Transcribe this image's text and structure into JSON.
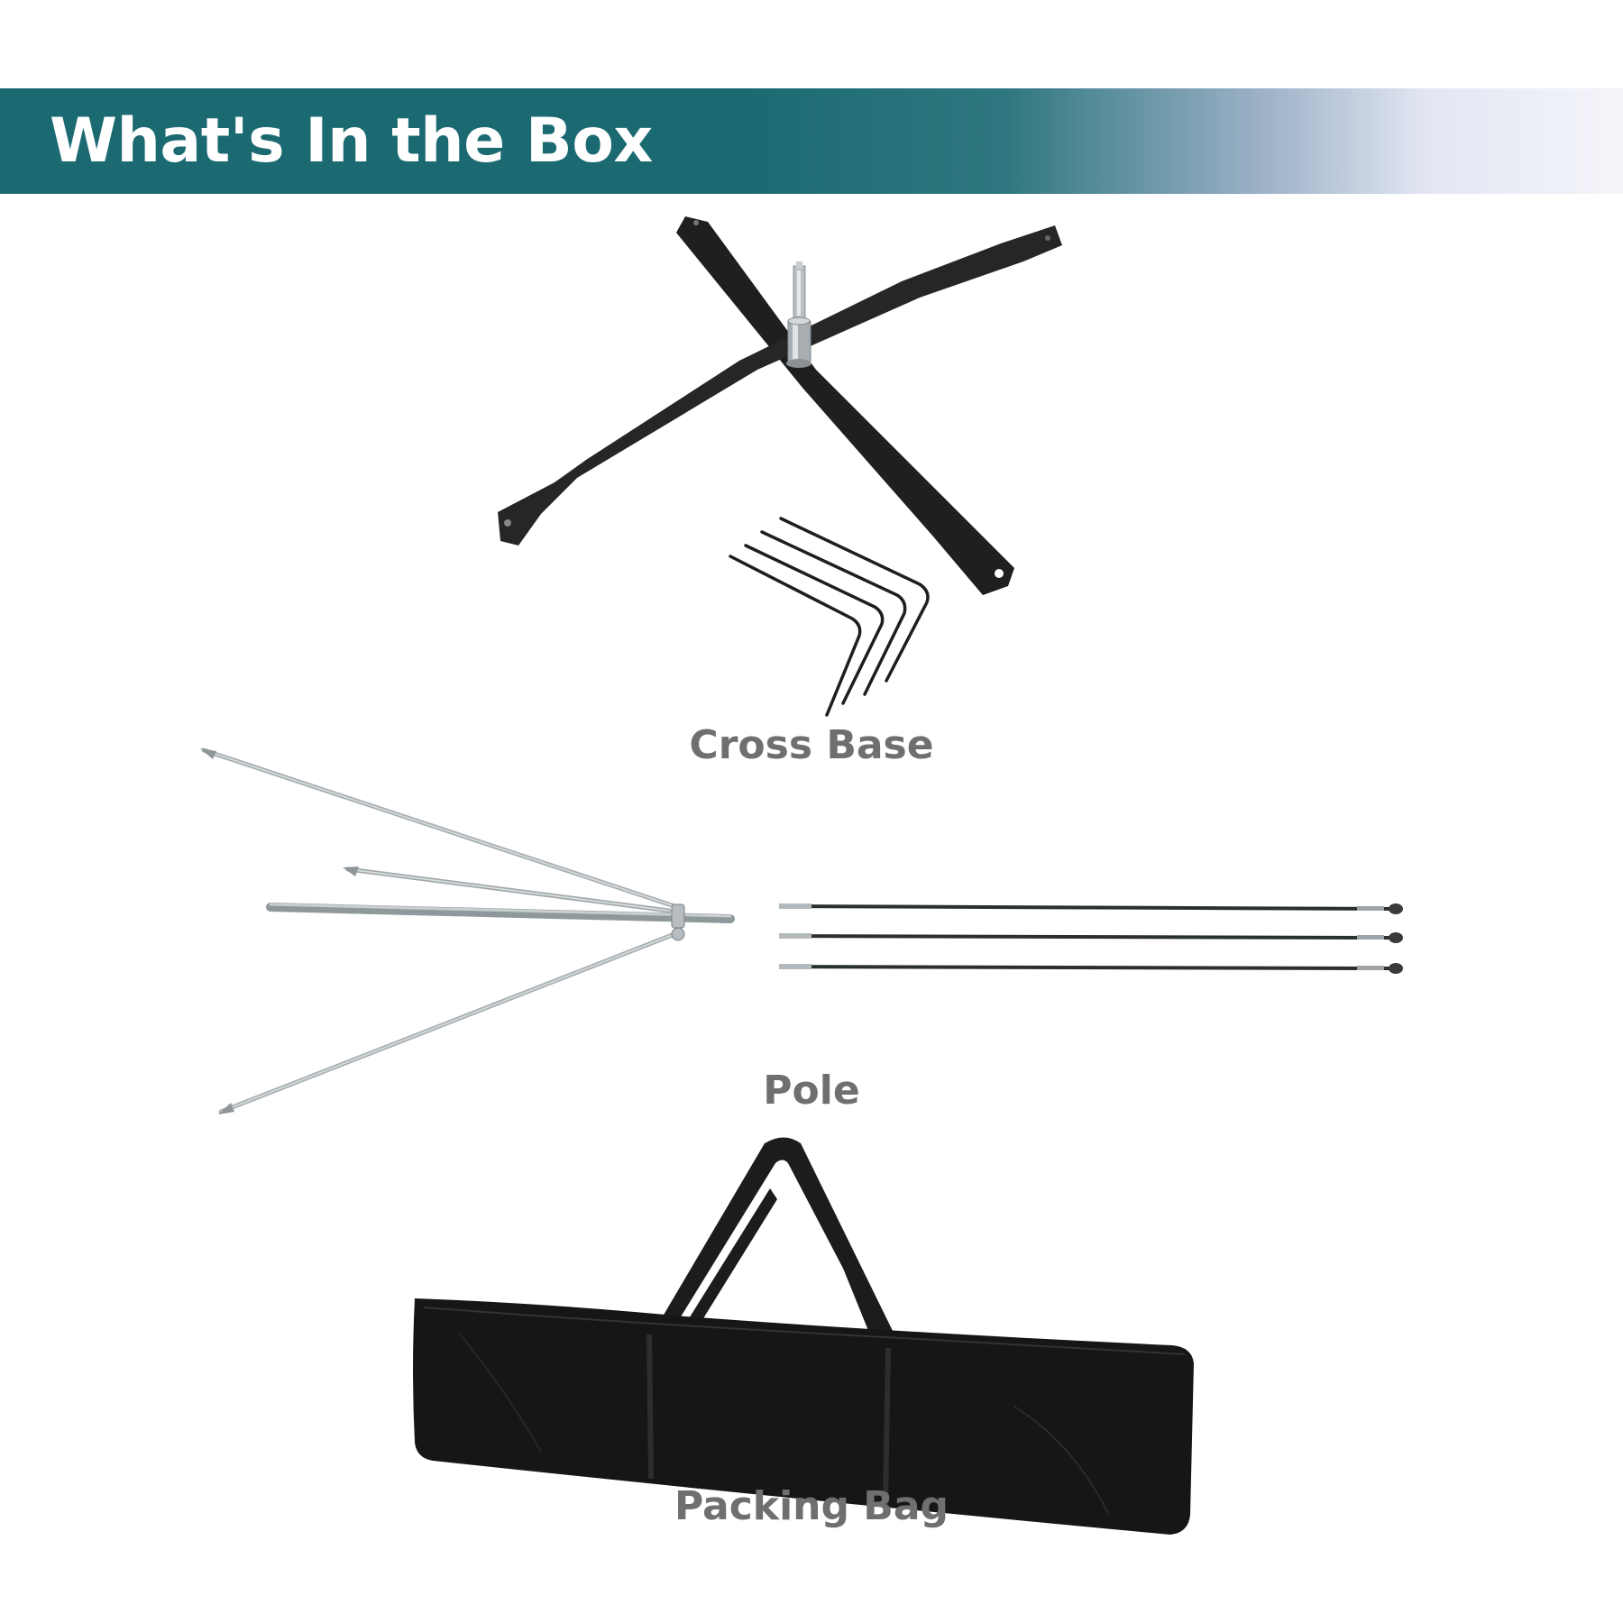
{
  "header": {
    "title": "What's In the Box"
  },
  "items": {
    "cross_base": {
      "label": "Cross Base"
    },
    "pole": {
      "label": "Pole"
    },
    "packing_bag": {
      "label": "Packing Bag"
    }
  },
  "colors": {
    "banner": "#1b6a72",
    "caption": "#6f6f6f",
    "product_dark": "#222222",
    "metal": "#9aa3a6"
  },
  "icons": [
    "cross-base-image",
    "ground-stakes-image",
    "ground-spike-pole-image",
    "fiberglass-rods-image",
    "packing-bag-image"
  ]
}
